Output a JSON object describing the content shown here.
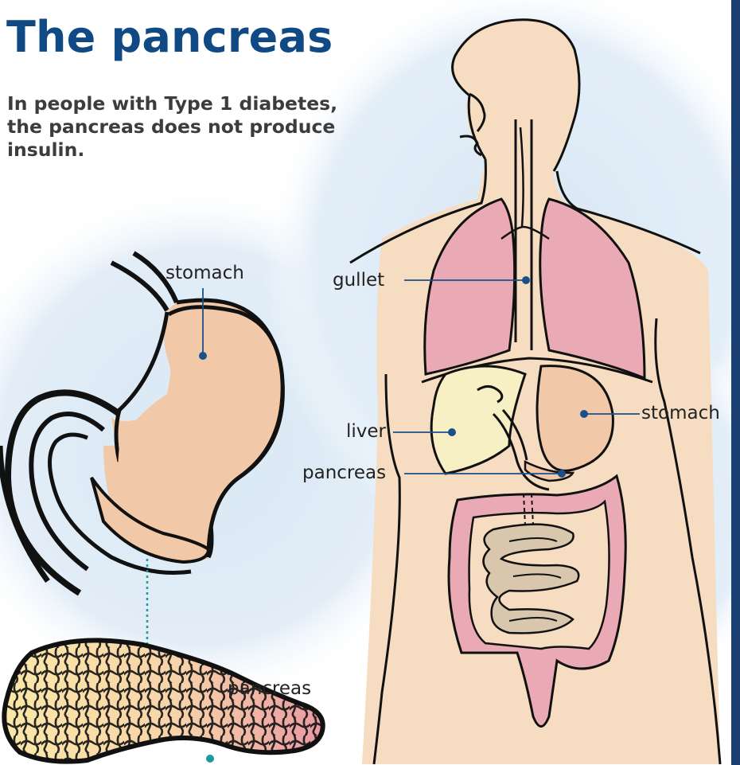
{
  "heading": {
    "title": "The pancreas",
    "subtitle": "In people with Type 1 diabetes, the pancreas does not produce insulin."
  },
  "detail_labels": {
    "stomach": "stomach",
    "pancreas": "pancreas"
  },
  "body_labels": {
    "gullet": "gullet",
    "liver": "liver",
    "stomach": "stomach",
    "pancreas": "pancreas"
  },
  "colors": {
    "title": "#0f4a85",
    "leader_line": "#1b4f8a",
    "pancreas_link": "#1d9a9a",
    "skin": "#f6dcc0",
    "lungs": "#eaaab5",
    "stomach": "#f1c9a8",
    "liver": "#f6f0c4",
    "pancreas_tissue": "#fbe6a6",
    "pancreas_tail": "#e9a0a4",
    "background_glow": "#d9e8f4",
    "sidebar": "#1a3f73"
  }
}
